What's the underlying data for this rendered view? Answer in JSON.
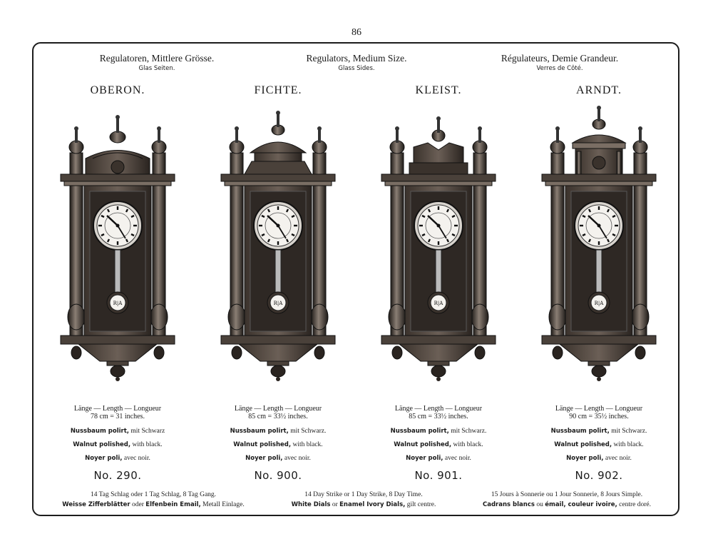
{
  "page": {
    "number": "86"
  },
  "headers": {
    "german": {
      "title": "Regulatoren, Mittlere Grösse.",
      "subtitle": "Glas Seiten."
    },
    "english": {
      "title": "Regulators, Medium Size.",
      "subtitle": "Glass Sides."
    },
    "french": {
      "title": "Régulateurs, Demie Grandeur.",
      "subtitle": "Verres de Côté."
    }
  },
  "clocks": [
    {
      "name": "OBERON.",
      "length_label": "Länge — Length — Longueur",
      "length_value": "78 cm = 31 inches.",
      "material_de_bold": "Nussbaum polirt,",
      "material_de_rest": " mit Schwarz",
      "material_en_bold": "Walnut polished,",
      "material_en_rest": " with black.",
      "material_fr_bold": "Noyer poli,",
      "material_fr_rest": " avec noir.",
      "number": "No. 290."
    },
    {
      "name": "FICHTE.",
      "length_label": "Länge — Length — Longueur",
      "length_value": "85 cm = 33½ inches.",
      "material_de_bold": "Nussbaum polirt,",
      "material_de_rest": " mit Schwarz.",
      "material_en_bold": "Walnut polished,",
      "material_en_rest": " with black.",
      "material_fr_bold": "Noyer poli,",
      "material_fr_rest": " avec noir.",
      "number": "No. 900."
    },
    {
      "name": "KLEIST.",
      "length_label": "Länge — Length — Longueur",
      "length_value": "85 cm = 33½ inches.",
      "material_de_bold": "Nussbaum polirt,",
      "material_de_rest": " mit Schwarz.",
      "material_en_bold": "Walnut polished,",
      "material_en_rest": " with black.",
      "material_fr_bold": "Noyer poli,",
      "material_fr_rest": " avec noir.",
      "number": "No. 901."
    },
    {
      "name": "ARNDT.",
      "length_label": "Länge — Length — Longueur",
      "length_value": "90 cm = 35½ inches.",
      "material_de_bold": "Nussbaum polirt,",
      "material_de_rest": " mit Schwarz.",
      "material_en_bold": "Walnut polished,",
      "material_en_rest": " with black.",
      "material_fr_bold": "Noyer poli,",
      "material_fr_rest": " avec noir.",
      "number": "No. 902."
    }
  ],
  "footer": {
    "german": {
      "line1": "14 Tag Schlag oder 1 Tag Schlag, 8 Tag Gang.",
      "line2_b1": "Weisse Zifferblätter",
      "line2_t1": " oder ",
      "line2_b2": "Elfenbein Email,",
      "line2_t2": " Metall Einlage."
    },
    "english": {
      "line1": "14 Day Strike or 1 Day Strike, 8 Day Time.",
      "line2_b1": "White Dials",
      "line2_t1": " or ",
      "line2_b2": "Enamel Ivory Dials,",
      "line2_t2": " gilt centre."
    },
    "french": {
      "line1": "15 Jours à Sonnerie ou 1 Jour Sonnerie, 8 Jours Simple.",
      "line2_b1": "Cadrans blancs",
      "line2_t1": " ou ",
      "line2_b2": "émail, couleur ivoire,",
      "line2_t2": " centre doré."
    }
  },
  "colors": {
    "ink": "#1c1c1c",
    "wood_dark": "#2a2420",
    "wood_mid": "#5a4f48",
    "dial": "#f4f2ee",
    "paper": "#ffffff"
  }
}
